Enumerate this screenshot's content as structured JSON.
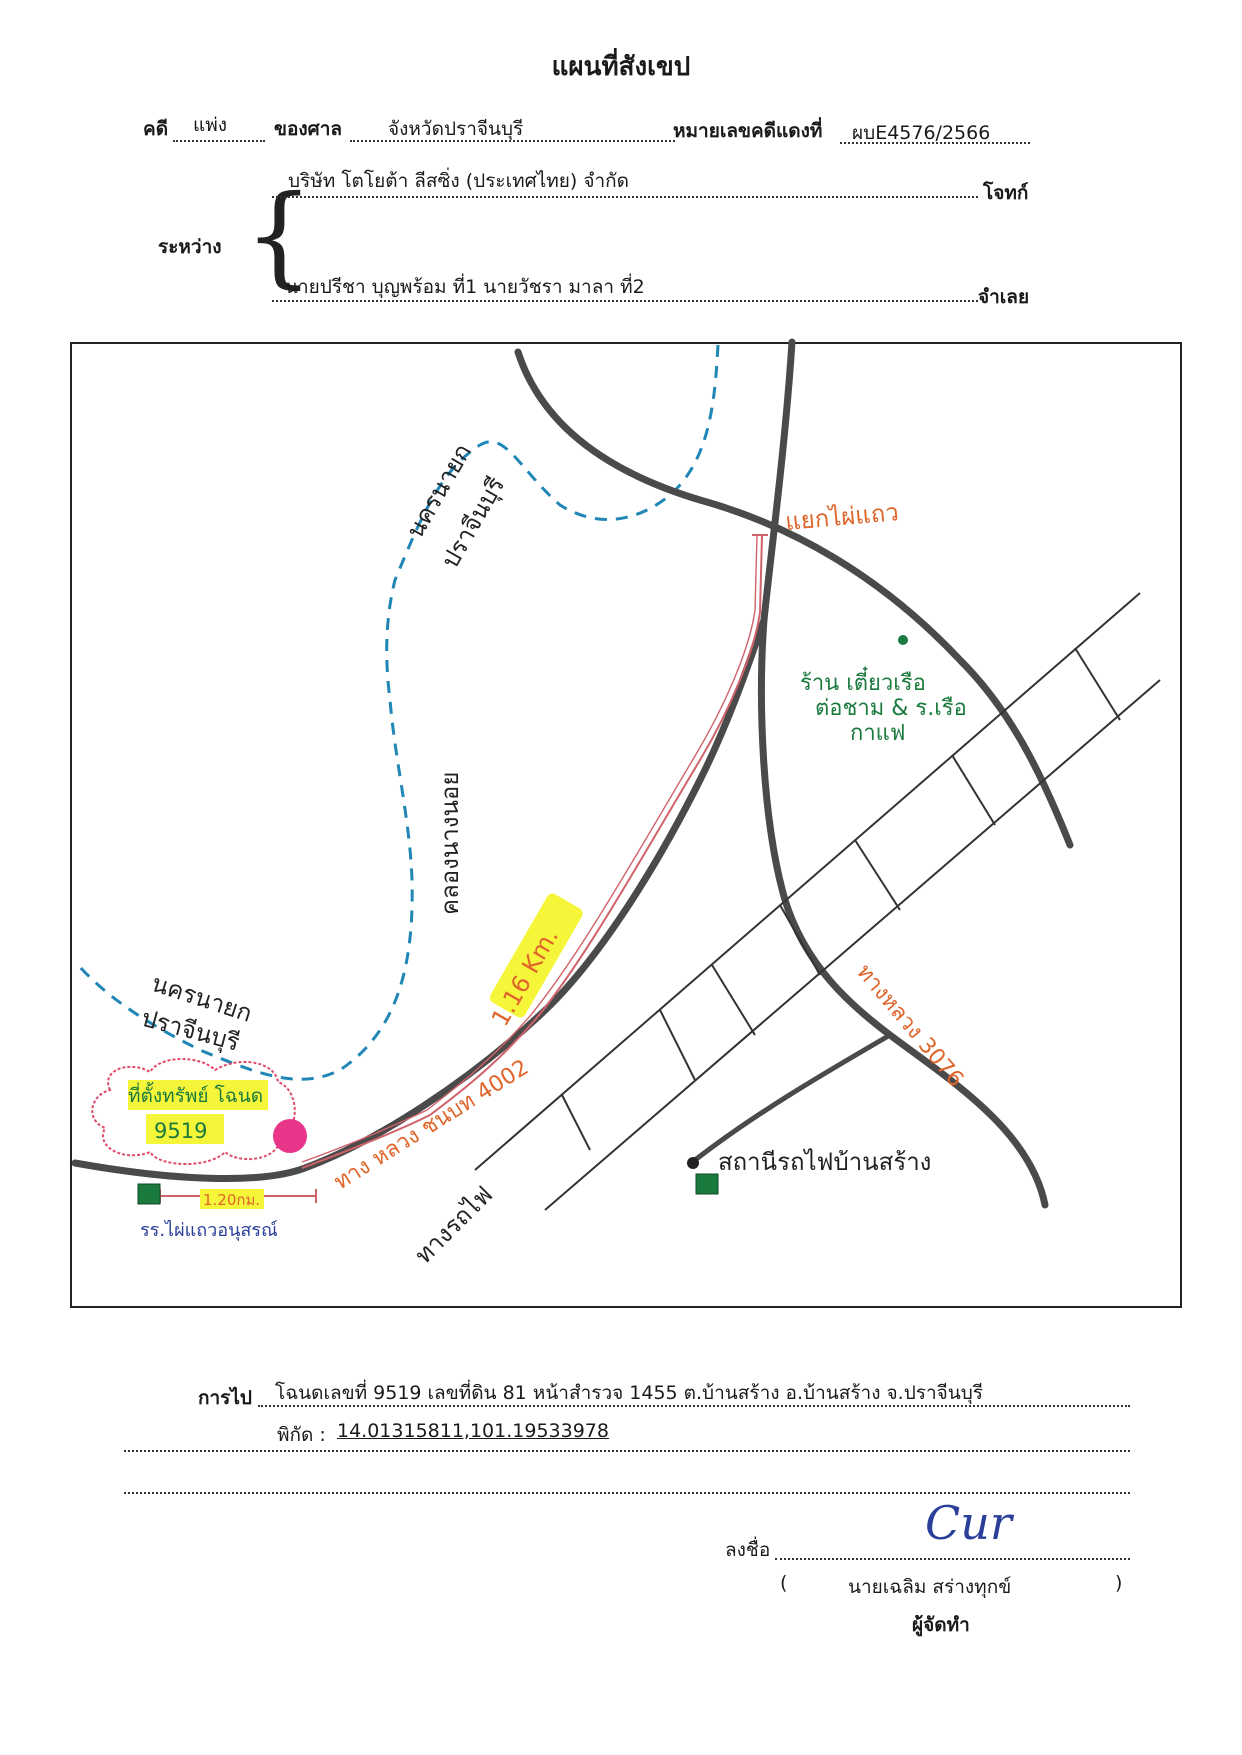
{
  "header": {
    "title": "แผนที่สังเขป",
    "case_label": "คดี",
    "case_type": "แพ่ง",
    "court_label": "ของศาล",
    "court_name": "จังหวัดปราจีนบุรี",
    "case_no_label": "หมายเลขคดีแดงที่",
    "case_no": "ผบE4576/2566"
  },
  "parties": {
    "between_label": "ระหว่าง",
    "plaintiff": "บริษัท โตโยต้า ลีสซิ่ง (ประเทศไทย) จำกัด",
    "plaintiff_label": "โจทก์",
    "defendant": "นายปรีชา  บุญพร้อม ที่1 นายวัชรา  มาลา ที่2",
    "defendant_label": "จำเลย"
  },
  "map": {
    "labels": {
      "canal_top": [
        "นครนายก",
        "ปราจีนบุรี"
      ],
      "canal_left": [
        "นครนายก",
        "ปราจีนบุรี"
      ],
      "canal_name": "คลองนางนอย",
      "junction": "แยกไผ่แถว",
      "shop": [
        "ร้าน เตี๋ยวเรือ",
        "ต่อชาม & ร.เรือ",
        "กาแฟ"
      ],
      "dist_main": "1.16 Km.",
      "dist_small": "1.20กม.",
      "road_rural": "ทาง หลวง ชนบท 4002",
      "railway": "ทางรถไฟ",
      "highway": "ทางหลวง 3076",
      "station": "สถานีรถไฟบ้านสร้าง",
      "school": "รร.ไผ่แถวอนุสรณ์",
      "target": [
        "ที่ตั้งทรัพย์ โฉนด",
        "9519"
      ]
    },
    "colors": {
      "road": "#4a4a4a",
      "canal": "#1f86b5",
      "orange": "#e0652a",
      "green": "#1b7a3e",
      "highlight": "#f5f53a",
      "route": "#d0626a",
      "marker": "#e8358a"
    }
  },
  "footer": {
    "route_label": "การไป",
    "route_text": "โฉนดเลขที่   9519  เลขที่ดิน  81  หน้าสำรวจ  1455  ต.บ้านสร้าง  อ.บ้านสร้าง  จ.ปราจีนบุรี",
    "coord_label": "พิกัด :",
    "coord_value": "14.01315811,101.19533978",
    "sign_label": "ลงชื่อ",
    "signature": "Cur",
    "paren_open": "(",
    "signer_name": "นายเฉลิม  สร่างทุกข์",
    "paren_close": ")",
    "role": "ผู้จัดทำ"
  }
}
